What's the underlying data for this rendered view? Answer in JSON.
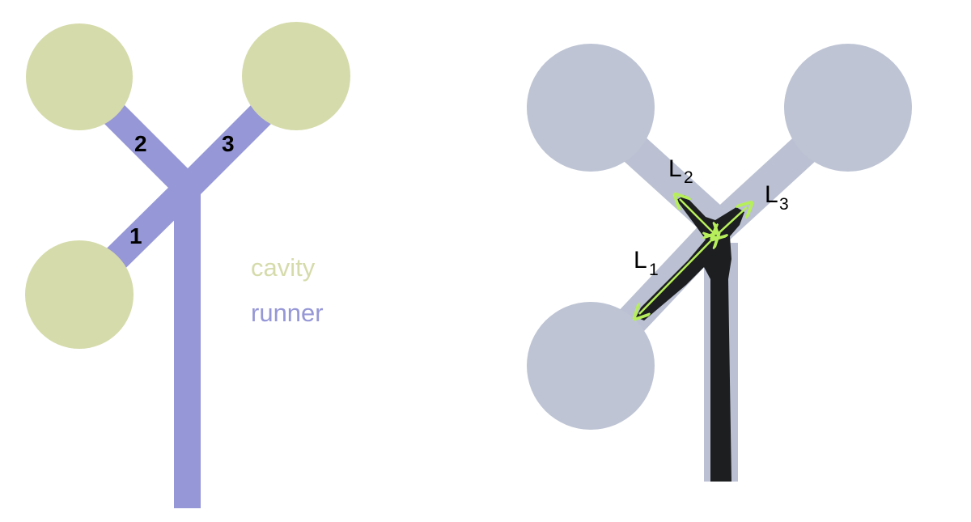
{
  "colors": {
    "cavity": "#d6dbab",
    "runner": "#9697d6",
    "grey_cavity": "#bec4d4",
    "grey_runner": "#bbc1d2",
    "dark_runner": "#1d1e20",
    "arrow": "#b6ef5b"
  },
  "left_diagram": {
    "runner_labels": [
      "1",
      "2",
      "3"
    ],
    "legend": {
      "cavity": "cavity",
      "runner": "runner"
    }
  },
  "right_diagram": {
    "length_labels": [
      {
        "letter": "L",
        "subscript": "1"
      },
      {
        "letter": "L",
        "subscript": "2"
      },
      {
        "letter": "L",
        "subscript": "3"
      }
    ]
  }
}
